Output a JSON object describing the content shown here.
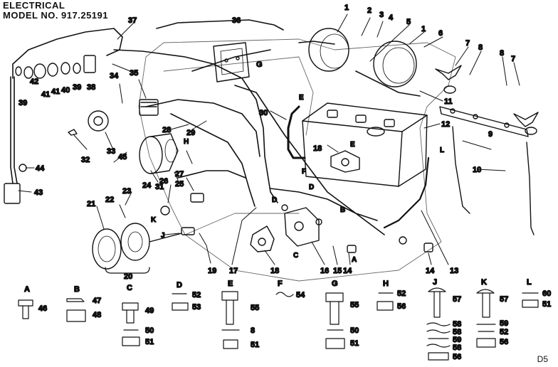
{
  "header": {
    "line1": "ELECTRICAL",
    "line2": "MODEL NO. 917.25191"
  },
  "sheet_id": "D5",
  "callouts": [
    "1",
    "2",
    "3",
    "4",
    "5",
    "1",
    "6",
    "7",
    "8",
    "8",
    "7",
    "11",
    "12",
    "9",
    "10",
    "37",
    "36",
    "G",
    "34",
    "35",
    "42",
    "41",
    "41",
    "40",
    "39",
    "39",
    "38",
    "32",
    "33",
    "28",
    "29",
    "30",
    "E",
    "18",
    "E",
    "L",
    "45",
    "31",
    "24",
    "25",
    "H",
    "F",
    "27",
    "26",
    "23",
    "22",
    "21",
    "K",
    "J",
    "20",
    "19",
    "17",
    "D",
    "C",
    "B",
    "D",
    "A",
    "18",
    "16",
    "15",
    "14",
    "14",
    "13",
    "44",
    "43"
  ],
  "hardware_groups": [
    {
      "letter": "A",
      "parts": [
        "46"
      ]
    },
    {
      "letter": "B",
      "parts": [
        "47",
        "48"
      ]
    },
    {
      "letter": "C",
      "parts": [
        "49",
        "50",
        "51"
      ]
    },
    {
      "letter": "D",
      "parts": [
        "52",
        "53"
      ]
    },
    {
      "letter": "E",
      "parts": [
        "55",
        "8",
        "51"
      ]
    },
    {
      "letter": "F",
      "parts": [
        "54"
      ]
    },
    {
      "letter": "G",
      "parts": [
        "55",
        "50",
        "51"
      ]
    },
    {
      "letter": "H",
      "parts": [
        "52",
        "56"
      ]
    },
    {
      "letter": "J",
      "parts": [
        "57",
        "58",
        "58",
        "59",
        "58",
        "56"
      ]
    },
    {
      "letter": "K",
      "parts": [
        "57",
        "59",
        "52",
        "56"
      ]
    },
    {
      "letter": "L",
      "parts": [
        "60",
        "51"
      ]
    }
  ]
}
